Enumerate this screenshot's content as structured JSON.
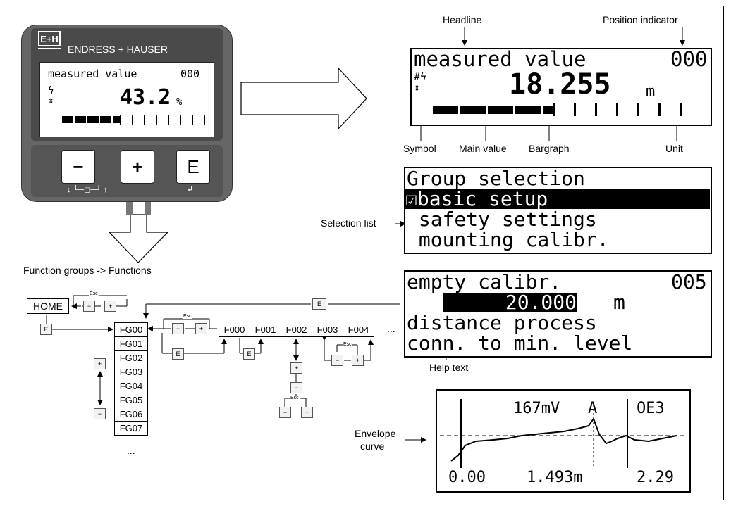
{
  "device": {
    "brand": "ENDRESS + HAUSER",
    "display_line1_label": "measured value",
    "display_line1_pos": "000",
    "display_value": "43.2",
    "display_unit": "%",
    "buttons": {
      "minus": "−",
      "plus": "+",
      "enter": "E"
    }
  },
  "main_display": {
    "headline_callout": "Headline",
    "position_callout": "Position indicator",
    "headline_text": "measured value",
    "position_text": "000",
    "value": "18.255",
    "unit": "m",
    "symbol_label": "Symbol",
    "main_value_label": "Main value",
    "bargraph_label": "Bargraph",
    "unit_label": "Unit"
  },
  "selection_display": {
    "callout": "Selection list",
    "rows": [
      "Group selection",
      "☑basic setup",
      " safety settings",
      " mounting calibr."
    ]
  },
  "function_display": {
    "callout": "Help text",
    "title": "empty calibr.",
    "position": "005",
    "value": "20.000",
    "unit": "m",
    "help_line1": "distance process",
    "help_line2": "conn. to min. level"
  },
  "envelope_display": {
    "callout_line1": "Envelope",
    "callout_line2": "curve",
    "top_value": "167mV",
    "top_marker": "A",
    "top_right": "OE3",
    "x_left": "0.00",
    "x_mid": "1.493m",
    "x_right": "2.29"
  },
  "navigation": {
    "heading": "Function groups -> Functions",
    "home": "HOME",
    "esc": "Esc",
    "key_minus": "−",
    "key_plus": "+",
    "key_enter": "E",
    "groups": [
      "FG00",
      "FG01",
      "FG02",
      "FG03",
      "FG04",
      "FG05",
      "FG06",
      "FG07"
    ],
    "functions": [
      "F000",
      "F001",
      "F002",
      "F003",
      "F004"
    ],
    "ellipsis": "..."
  }
}
